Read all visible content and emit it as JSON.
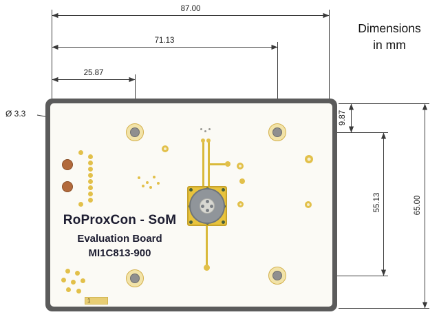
{
  "note": {
    "line1": "Dimensions",
    "line2": "in mm"
  },
  "dimensions": {
    "width_total": "87.00",
    "width_to_hole2": "71.13",
    "width_to_hole1": "25.87",
    "hole_diameter": "Ø 3.3",
    "height_top_to_hole": "9.87",
    "height_hole_span": "55.13",
    "height_total": "65.00"
  },
  "board": {
    "title": "RoProxCon - SoM",
    "subtitle": "Evaluation Board",
    "part_number": "MI1C813-900",
    "ref_label": "1"
  },
  "colors": {
    "board_edge": "#5b5b5b",
    "board_surface": "#fbfaf5",
    "pad_gold": "#e2c04a",
    "pad_light": "#f2e3a8",
    "hole_gray": "#8f8f8f",
    "copper": "#b26a3c",
    "component_gold": "#e8c33c",
    "component_gray": "#90959a",
    "trace_gold": "#d9b93a",
    "silkscreen": "#1c1c30",
    "dimension_line": "#3a3a3a"
  }
}
